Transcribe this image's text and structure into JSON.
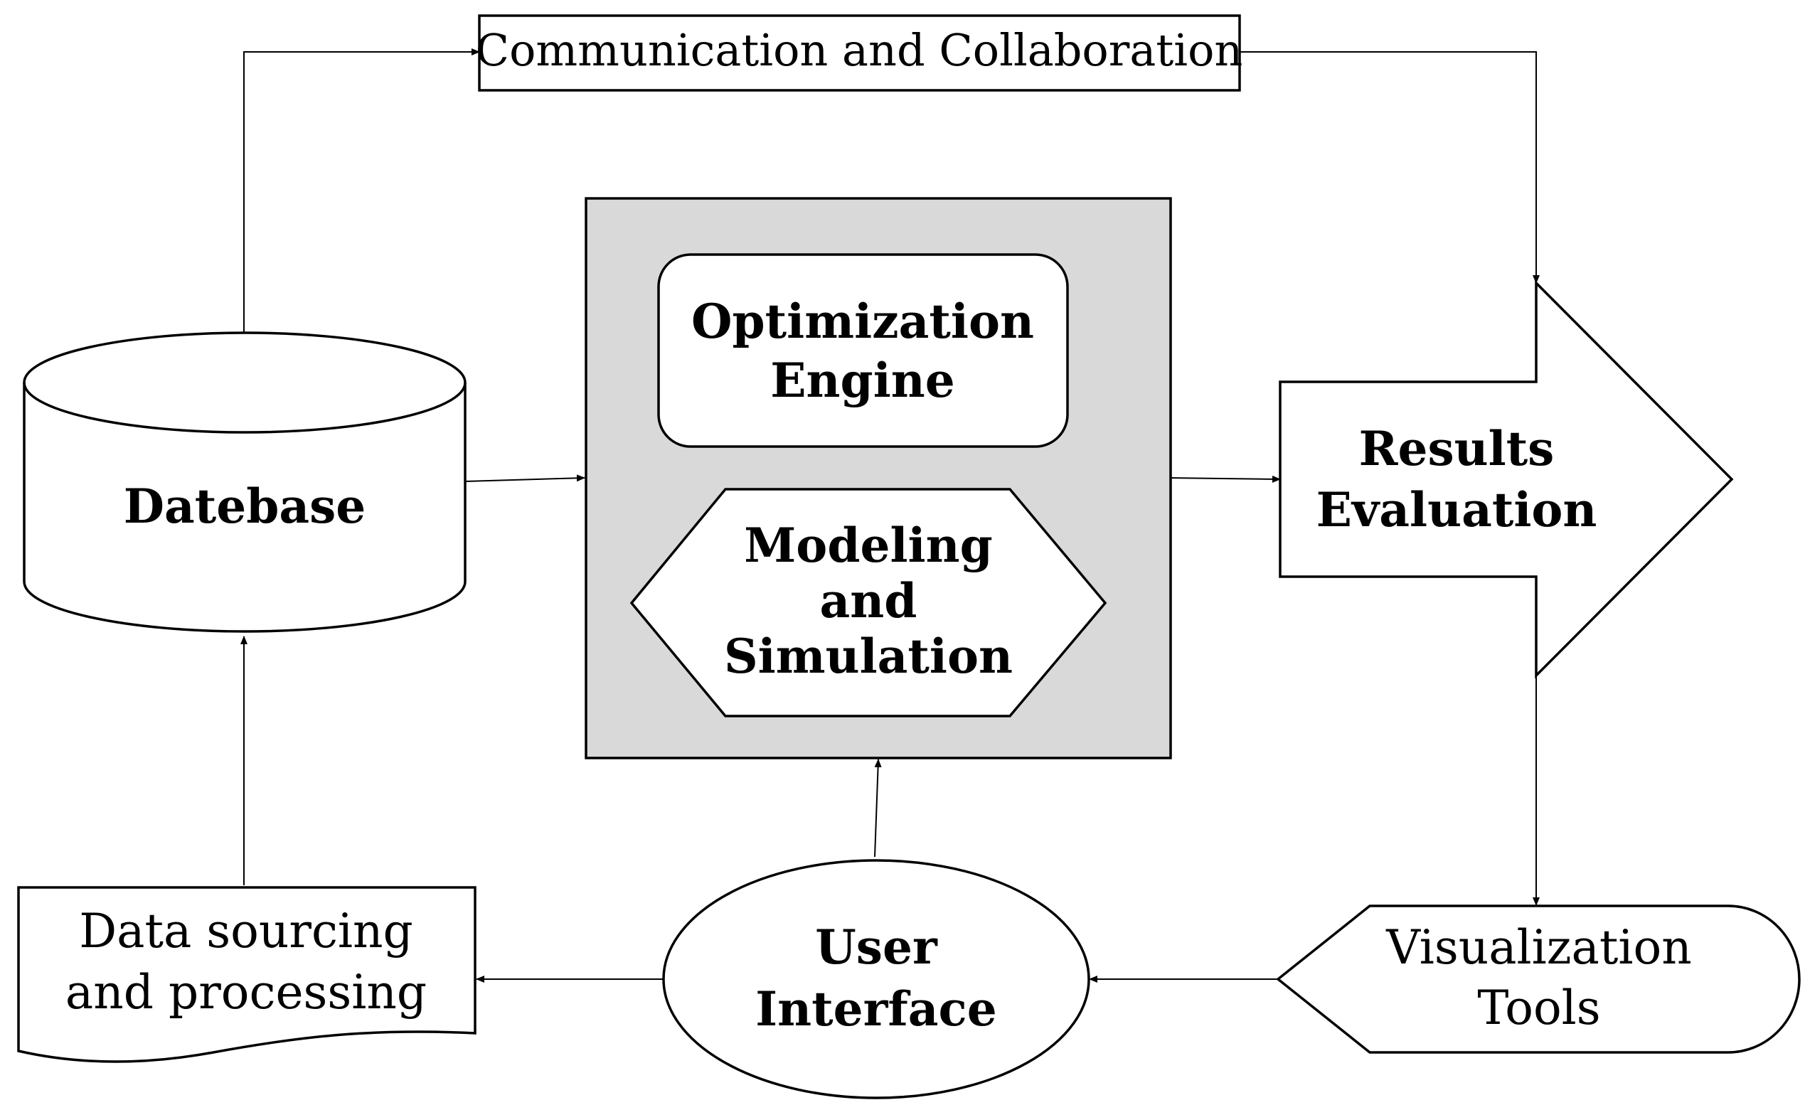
{
  "nodes": {
    "communication": {
      "label": "Communication and Collaboration"
    },
    "database": {
      "label": "Datebase"
    },
    "optimization": {
      "line1": "Optimization",
      "line2": "Engine"
    },
    "modeling": {
      "line1": "Modeling",
      "line2": "and",
      "line3": "Simulation"
    },
    "results": {
      "line1": "Results",
      "line2": "Evaluation"
    },
    "data_sourcing": {
      "line1": "Data sourcing",
      "line2": "and processing"
    },
    "user_interface": {
      "line1": "User",
      "line2": "Interface"
    },
    "visualization": {
      "line1": "Visualization",
      "line2": "Tools"
    }
  },
  "colors": {
    "core_fill": "#d9d9d9",
    "stroke": "#000000",
    "background": "#ffffff"
  },
  "edges": [
    {
      "from": "database",
      "to": "communication"
    },
    {
      "from": "communication",
      "to": "results"
    },
    {
      "from": "database",
      "to": "core"
    },
    {
      "from": "core",
      "to": "results"
    },
    {
      "from": "results",
      "to": "visualization"
    },
    {
      "from": "visualization",
      "to": "user_interface"
    },
    {
      "from": "user_interface",
      "to": "core"
    },
    {
      "from": "user_interface",
      "to": "data_sourcing"
    },
    {
      "from": "data_sourcing",
      "to": "database"
    }
  ]
}
